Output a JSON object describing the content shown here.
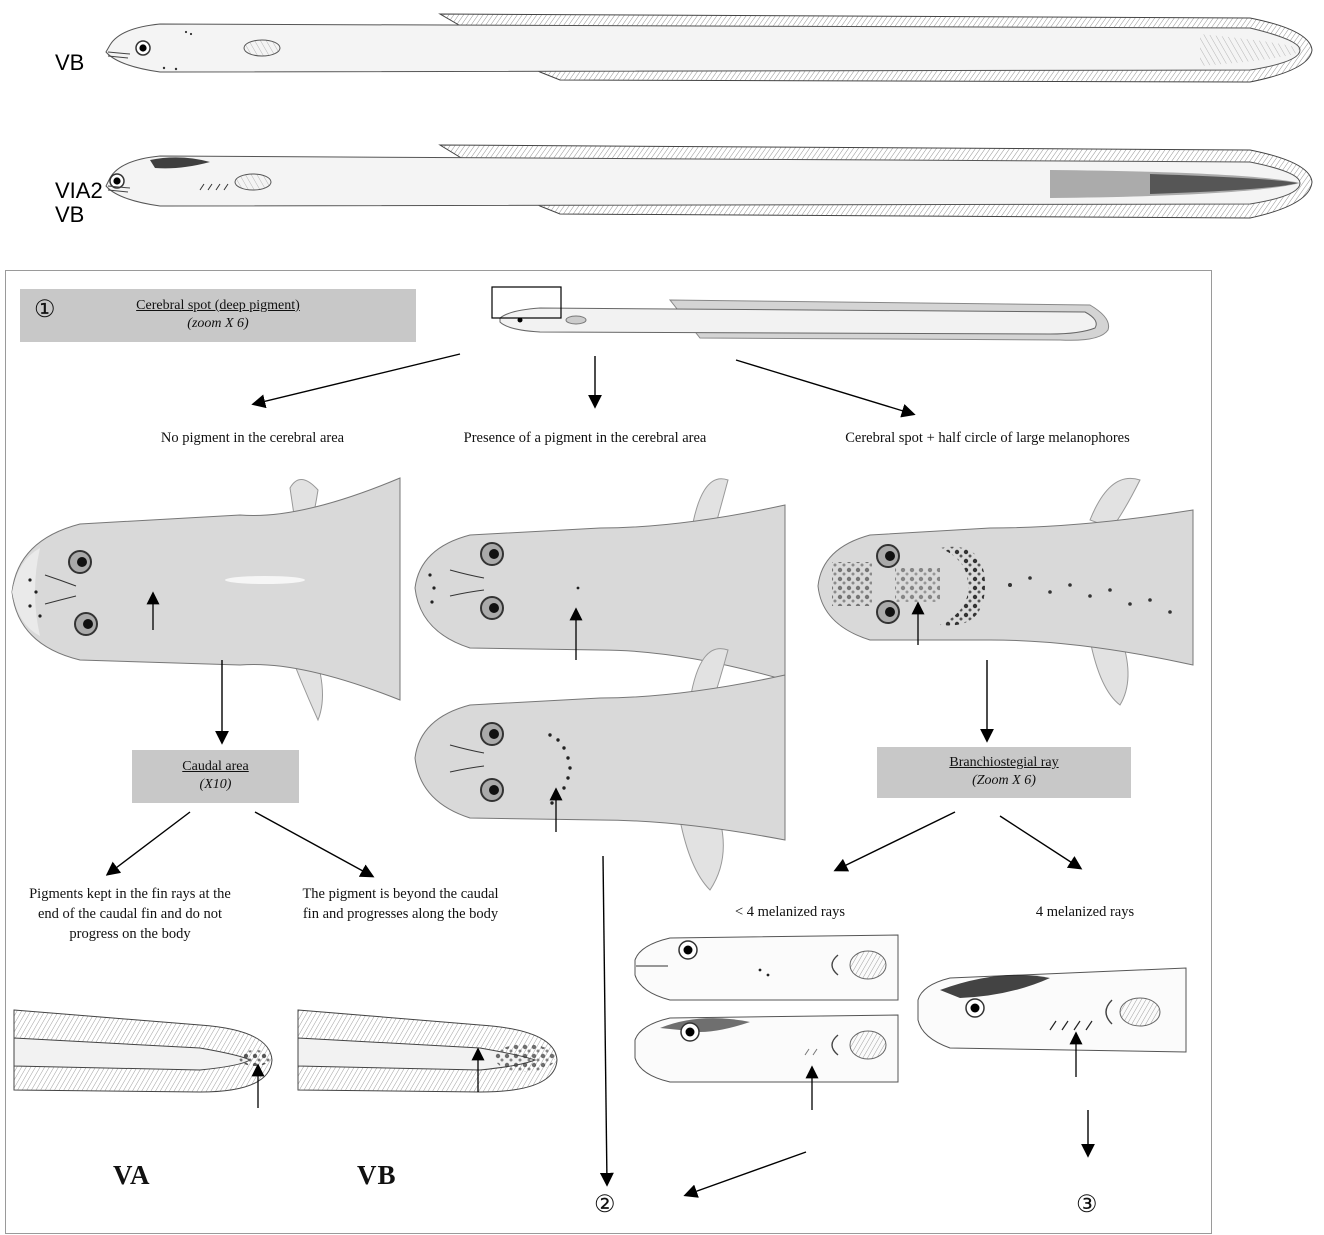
{
  "top_labels": {
    "eel1": "VB",
    "eel2_line1": "VIA2",
    "eel2_line2": "VB"
  },
  "step1": {
    "number": "①",
    "title": "Cerebral spot (deep pigment)",
    "subtitle": "(zoom X 6)"
  },
  "branches": {
    "no_pigment": "No pigment in the cerebral area",
    "presence": "Presence of a pigment in the cerebral area",
    "spot_half_circle": "Cerebral spot + half circle of large melanophores"
  },
  "caudal_box": {
    "title": "Caudal area",
    "subtitle": "(X10)"
  },
  "branchio_box": {
    "title": "Branchiostegial ray",
    "subtitle": "(Zoom X 6)"
  },
  "caudal_outcomes": {
    "kept": "Pigments kept in the fin rays at the end of the caudal fin and do not progress on the body",
    "beyond": "The pigment is beyond the caudal fin and progresses along the body"
  },
  "ray_outcomes": {
    "less": "< 4 melanized rays",
    "four": "4 melanized rays"
  },
  "stages": {
    "va": "VA",
    "vb": "VB"
  },
  "next_steps": {
    "two": "②",
    "three": "③"
  },
  "colors": {
    "eel_body": "#d9d9d9",
    "fin": "#bdbdbd",
    "box": "#c8c8c8",
    "pigment": "#111111"
  }
}
